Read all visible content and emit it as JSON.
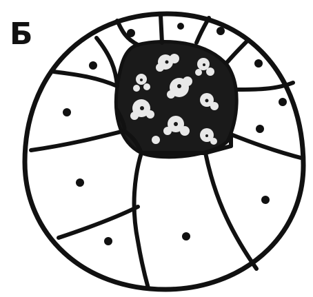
{
  "figure": {
    "panel_label": "Б",
    "colors": {
      "background": "#ffffff",
      "ink": "#111111",
      "cavity_fill": "#1a1a1a",
      "cell_fill": "#ffffff"
    },
    "cells": [
      {
        "name": "cell-top-1",
        "has_nucleus": true
      },
      {
        "name": "cell-top-2",
        "has_nucleus": true
      },
      {
        "name": "cell-top-3",
        "has_nucleus": true
      },
      {
        "name": "cell-top-4",
        "has_nucleus": true
      },
      {
        "name": "cell-right-upper",
        "has_nucleus": true
      },
      {
        "name": "cell-right-middle",
        "has_nucleus": true
      },
      {
        "name": "cell-right-lower",
        "has_nucleus": true
      },
      {
        "name": "cell-bottom-large",
        "has_nucleus": true
      },
      {
        "name": "cell-bottom-left",
        "has_nucleus": true
      },
      {
        "name": "cell-left-lower",
        "has_nucleus": true
      },
      {
        "name": "cell-left-middle",
        "has_nucleus": true
      },
      {
        "name": "cell-left-upper",
        "has_nucleus": true
      }
    ],
    "cavity": {
      "content": "granular-yolk-clusters"
    }
  }
}
